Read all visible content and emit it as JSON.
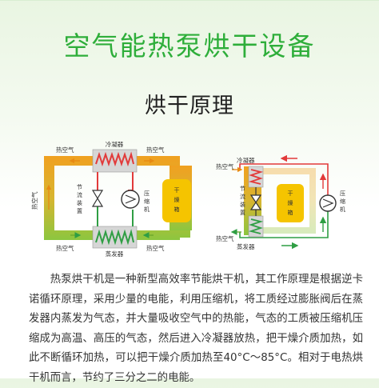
{
  "title": "空气能热泵烘干设备",
  "subtitle": "烘干原理",
  "diagram_left": {
    "condenser": "冷凝器",
    "evaporator": "蒸发器",
    "hot_air_top_left": "热空气",
    "hot_air_top_right": "热空气",
    "hot_air_bottom_left": "热空气",
    "hot_air_bottom_right": "热空气",
    "hot_air_side": "热空气",
    "throttle": "节流装置",
    "compressor": "压缩机",
    "drying_box": "干燥箱"
  },
  "diagram_right": {
    "condenser": "冷凝器",
    "evaporator": "蒸发器",
    "hot_air_top": "热空气",
    "hot_air_bottom": "热空气",
    "throttle": "节流装置",
    "compressor": "压缩机",
    "drying_box": "干燥箱"
  },
  "description": "热泵烘干机是一种新型高效率节能烘干机，其工作原理是根据逆卡诺循环原理，采用少量的电能，利用压缩机，将工质经过膨胀阀后在蒸发器内蒸发为气态，并大量吸收空气中的热能，气态的工质被压缩机压缩成为高温、高压的气态，然后进入冷凝器放热，把干燥介质加热，如此不断循环加热，可以把干燥介质加热至40°C～85°C。相对于电热烘干机而言，节约了三分之二的电能。",
  "colors": {
    "title": "#2eae3a",
    "duct_orange": "#f0a020",
    "duct_green": "#8cc63f",
    "hot_pipe": "#e23a3a",
    "cold_pipe": "#2f9e44",
    "coil_box": "#cccccc",
    "drying_box": "#f5c400"
  }
}
